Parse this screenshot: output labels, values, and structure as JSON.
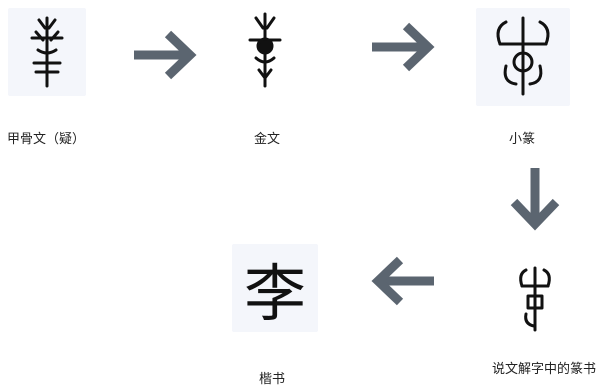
{
  "stages": [
    {
      "label": "甲骨文（疑）"
    },
    {
      "label": "金文"
    },
    {
      "label": "小篆"
    },
    {
      "label": "说文解字中的篆书"
    },
    {
      "label": "楷书",
      "character": "李"
    }
  ],
  "colors": {
    "arrow": "#5b6570",
    "box": "#f4f6fb"
  },
  "arrow_icons": [
    "arrow-right-icon",
    "arrow-right-icon",
    "arrow-down-icon",
    "arrow-left-icon"
  ]
}
